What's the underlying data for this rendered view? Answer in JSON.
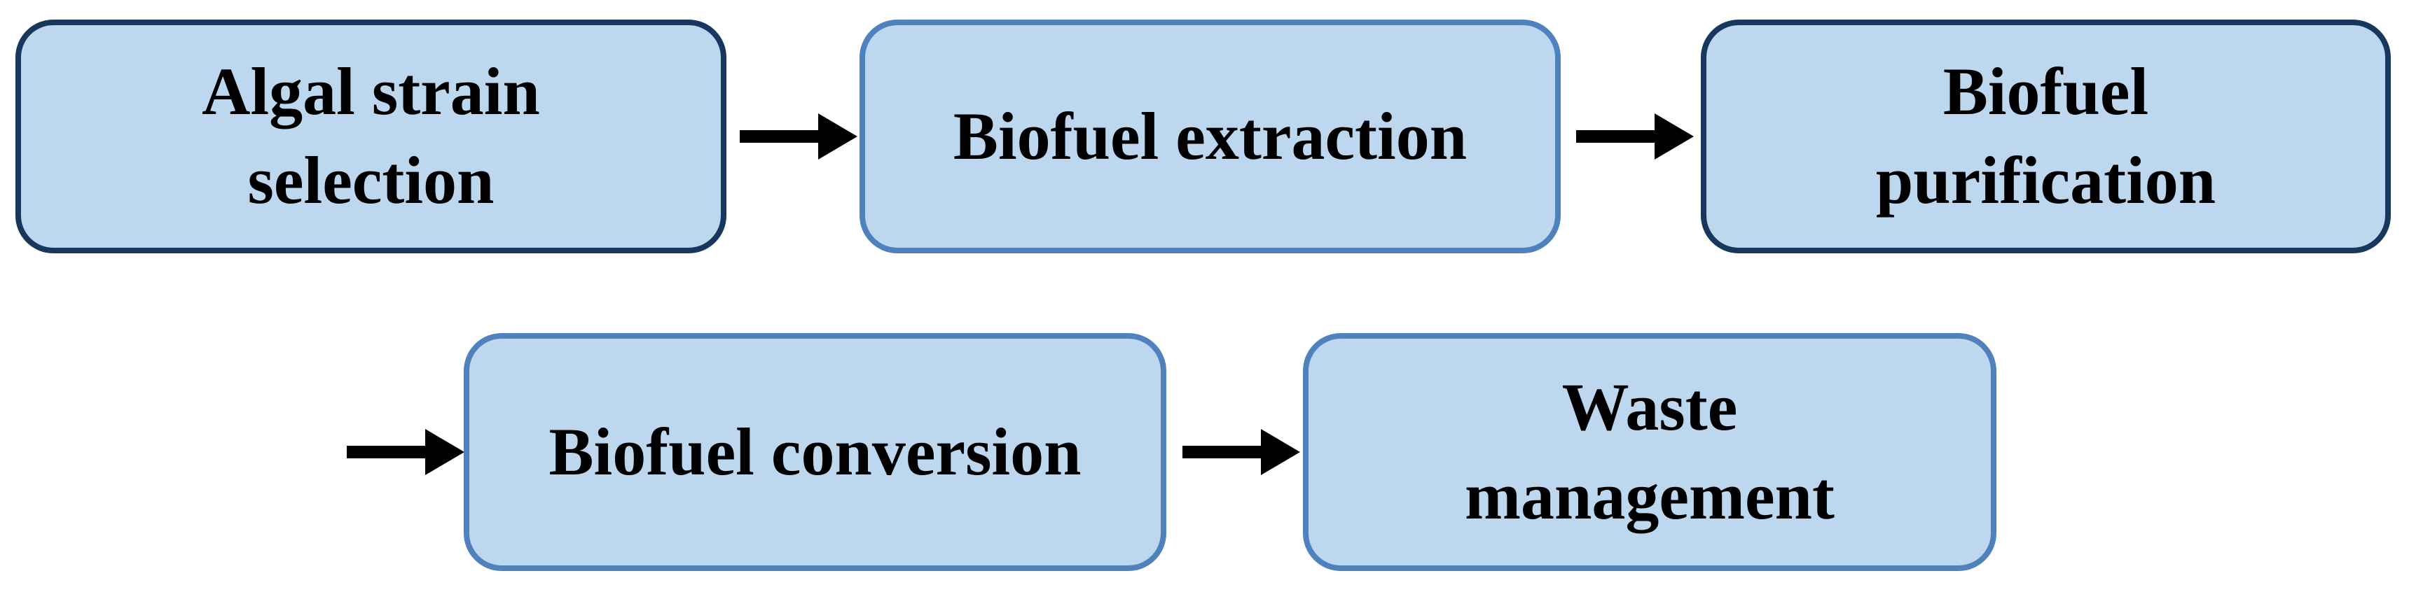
{
  "colors": {
    "background": "#ffffff",
    "box_fill": "#bdd7ee",
    "border_dark": "#17375e",
    "border_medium": "#4f81bd",
    "arrow": "#000000",
    "text": "#000000"
  },
  "nodes": [
    {
      "id": "algal-strain-selection",
      "lines": [
        "Algal strain",
        "selection"
      ],
      "border": "dark"
    },
    {
      "id": "biofuel-extraction",
      "lines": [
        "Biofuel extraction"
      ],
      "border": "medium"
    },
    {
      "id": "biofuel-purification",
      "lines": [
        "Biofuel",
        "purification"
      ],
      "border": "dark"
    },
    {
      "id": "biofuel-conversion",
      "lines": [
        "Biofuel conversion"
      ],
      "border": "medium"
    },
    {
      "id": "waste-management",
      "lines": [
        "Waste",
        "management"
      ],
      "border": "medium"
    }
  ],
  "connections": [
    {
      "from": "algal-strain-selection",
      "to": "biofuel-extraction"
    },
    {
      "from": "biofuel-extraction",
      "to": "biofuel-purification"
    },
    {
      "from": null,
      "to": "biofuel-conversion"
    },
    {
      "from": "biofuel-conversion",
      "to": "waste-management"
    }
  ]
}
